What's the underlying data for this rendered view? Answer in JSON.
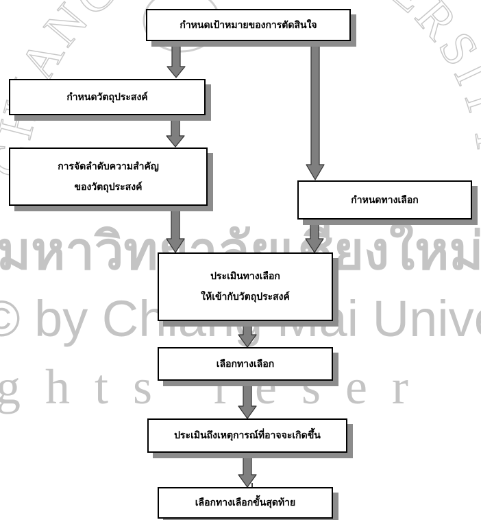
{
  "watermark": {
    "arc_text": "CHIANG MAI UNIVERSITY",
    "line1": "มหาวิทยาลัยเชียงใหม่",
    "line2": "© by Chiang Mai University",
    "line3": "ghts reser",
    "color": "#bfbfbf"
  },
  "nodes": {
    "goal": {
      "line1": "กำหนดเป้าหมายของการตัดสินใจ"
    },
    "objectives": {
      "line1": "กำหนดวัตถุประสงค์"
    },
    "prioritize": {
      "line1": "การจัดลำดับความสำคัญ",
      "line2": "ของวัตถุประสงค์"
    },
    "alternatives": {
      "line1": "กำหนดทางเลือก"
    },
    "evaluate": {
      "line1": "ประเมินทางเลือก",
      "line2": "ให้เข้ากับวัตถุประสงค์"
    },
    "choose": {
      "line1": "เลือกทางเลือก"
    },
    "assess_events": {
      "line1": "ประเมินถึงเหตุการณ์ที่อาจจะเกิดขึ้น"
    },
    "final": {
      "line1": "เลือกทางเลือกขั้นสุดท้าย"
    }
  },
  "colors": {
    "box_border": "#000000",
    "shadow": "#8c8c8c",
    "arrow": "#7f7f7f"
  }
}
